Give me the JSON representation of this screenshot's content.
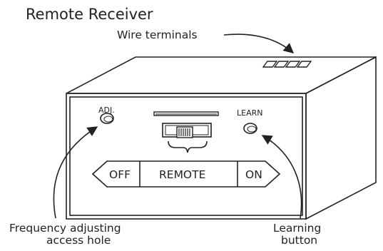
{
  "diagram": {
    "title": "Remote Receiver",
    "callouts": {
      "wire_terminals": "Wire terminals",
      "frequency_line1": "Frequency adjusting",
      "frequency_line2": "access hole",
      "learning_line1": "Learning",
      "learning_line2": "button"
    },
    "panel_labels": {
      "adj": "ADJ.",
      "learn": "LEARN"
    },
    "mode_switch": {
      "off": "OFF",
      "remote": "REMOTE",
      "on": "ON"
    },
    "colors": {
      "line": "#222222",
      "background": "#ffffff"
    }
  }
}
